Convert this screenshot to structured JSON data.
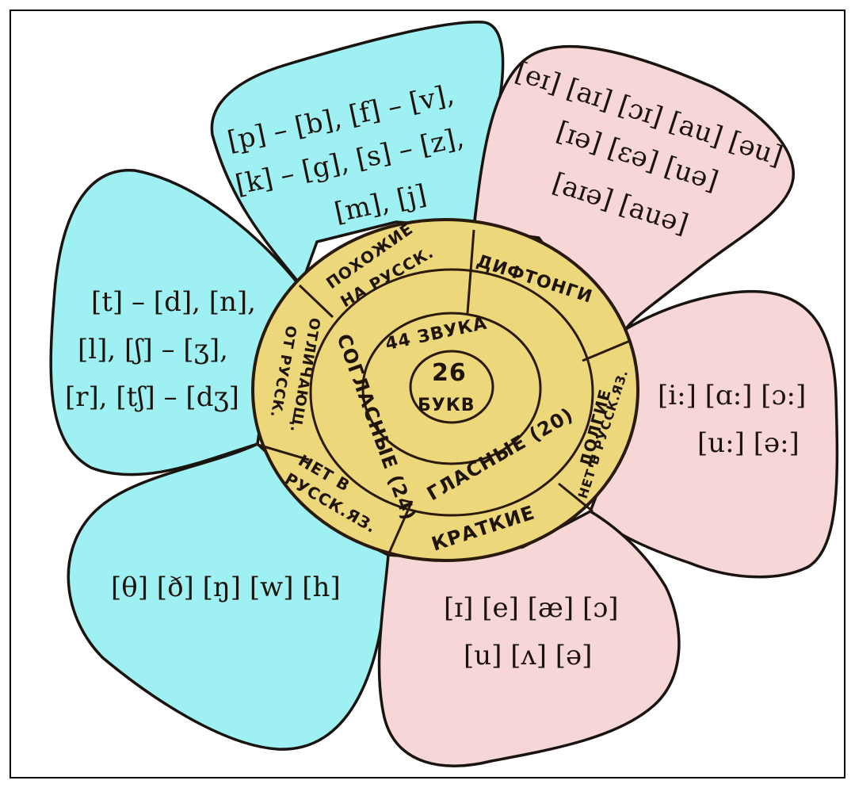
{
  "colors": {
    "consonant_petal": "#9ff0f2",
    "vowel_petal": "#f6d6d6",
    "center": "#ecd77a",
    "outline": "#1a1410"
  },
  "center": {
    "letters_count": "26",
    "letters_word": "БУКВ",
    "sounds": "44 ЗВУКА"
  },
  "segments": {
    "consonants": "СОГЛАСНЫЕ (24)",
    "vowels": "ГЛАСНЫЕ (20)",
    "similar_line1": "ПОХОЖИЕ",
    "similar_line2": "НА РУССК.",
    "differ_line1": "ОТЛИЧАЮЩ.",
    "differ_line2": "ОТ РУССК.",
    "absent_line1": "НЕТ В",
    "absent_line2": "РУССК.ЯЗ.",
    "diphthongs": "ДИФТОНГИ",
    "long_line1": "ДОЛГИЕ",
    "long_line2": "НЕТ В РУССК.ЯЗ.",
    "short": "КРАТКИЕ"
  },
  "petals": {
    "similar": [
      "[p] – [b], [f] – [v],",
      "[k] – [g], [s] – [z],",
      "[m], [j]"
    ],
    "differ": [
      "[t] – [d], [n],",
      "[l], [ʃ] – [ʒ],",
      "[r], [tʃ] – [dʒ]"
    ],
    "absent": [
      "[θ] [ð] [ŋ] [w] [h]"
    ],
    "diphthongs": [
      "[eɪ] [aɪ] [ɔɪ] [au] [əu]",
      "[ɪə] [ɛə] [uə]",
      "[aɪə] [auə]"
    ],
    "long": [
      "[i:] [ɑ:] [ɔ:]",
      "[u:] [ə:]"
    ],
    "short": [
      "[ɪ] [e] [æ] [ɔ]",
      "[u] [ʌ] [ə]"
    ]
  }
}
